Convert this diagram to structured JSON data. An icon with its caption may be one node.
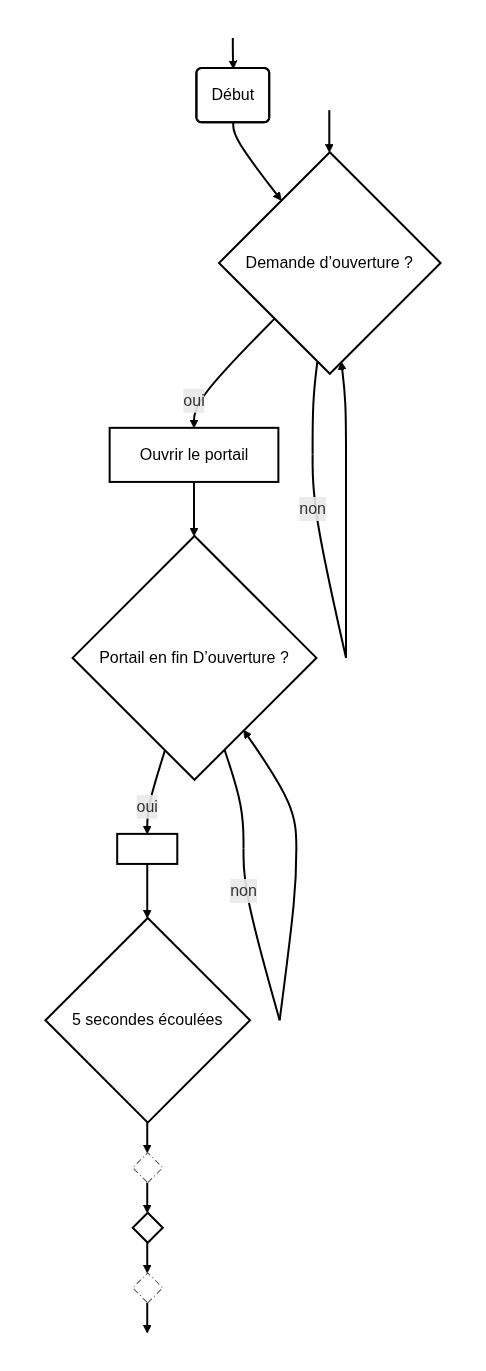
{
  "diagram": {
    "nodes": [
      {
        "text": [
          "Début"
        ]
      },
      {
        "text": [
          "Demande d’ouverture ?"
        ]
      },
      {
        "text": [
          "Ouvrir le portail"
        ]
      },
      {
        "text": [
          "Portail en fin D’ouverture ?"
        ]
      },
      {
        "text": [],
        "shape": "box"
      },
      {
        "text": [
          "5 secondes écoulées"
        ]
      },
      {
        "text": [],
        "shape": "diamond"
      },
      {
        "text": [],
        "shape": "diamond"
      },
      {
        "text": [],
        "shape": "diamond"
      }
    ],
    "edges": [
      {
        "from": null,
        "to": 0,
        "arrow": "to"
      },
      {
        "from": 0,
        "to": 1,
        "arrow": "to"
      },
      {
        "from": 1,
        "to": 2,
        "arrow": "to",
        "label": "oui"
      },
      {
        "from": 1,
        "to": 1,
        "arrow": "to",
        "label": "non"
      },
      {
        "from": 2,
        "to": 3,
        "arrow": "to"
      },
      {
        "from": 3,
        "to": 4,
        "arrow": "to",
        "label": "oui"
      },
      {
        "from": 3,
        "to": 3,
        "arrow": "to",
        "label": "non"
      },
      {
        "from": 4,
        "to": 5,
        "arrow": "to"
      },
      {
        "from": 5,
        "to": 6,
        "arrow": "to"
      },
      {
        "from": 6,
        "to": 7,
        "arrow": "to"
      },
      {
        "from": 7,
        "to": 8,
        "arrow": "to"
      },
      {
        "from": 8,
        "to": null,
        "arrow": "to"
      },
      {
        "from": null,
        "to": 1,
        "arrow": "to"
      }
    ]
  }
}
